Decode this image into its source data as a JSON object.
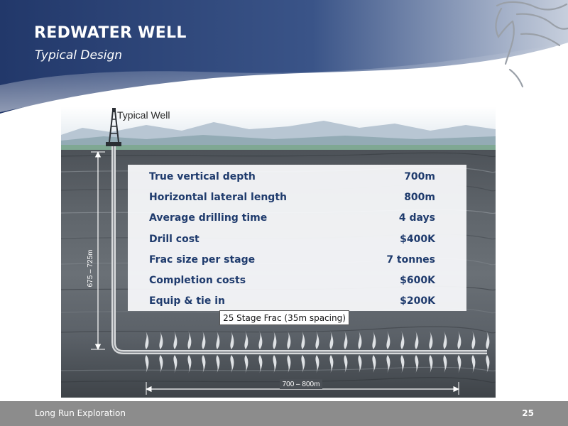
{
  "header": {
    "title": "REDWATER WELL",
    "subtitle": "Typical Design"
  },
  "diagram": {
    "well_label": "Typical Well",
    "depth_range_label": "675 – 725m",
    "lateral_range_label": "700 – 800m",
    "frac_label": "25 Stage Frac (35m spacing)",
    "frac_stage_count": 25
  },
  "specs": [
    {
      "label": "True vertical depth",
      "value": "700m"
    },
    {
      "label": "Horizontal lateral length",
      "value": "800m"
    },
    {
      "label": "Average drilling time",
      "value": "4 days"
    },
    {
      "label": "Drill cost",
      "value": "$400K"
    },
    {
      "label": "Frac size per stage",
      "value": "7 tonnes"
    },
    {
      "label": "Completion costs",
      "value": "$600K"
    },
    {
      "label": "Equip & tie in",
      "value": "$200K"
    }
  ],
  "footer": {
    "company": "Long Run Exploration",
    "page_number": "25"
  },
  "colors": {
    "header_navy": "#1e3666",
    "spec_text": "#1f3b6d",
    "footer_gray": "#8c8c8c"
  },
  "icons": [
    "horse-logo-icon",
    "drilling-rig-icon"
  ]
}
